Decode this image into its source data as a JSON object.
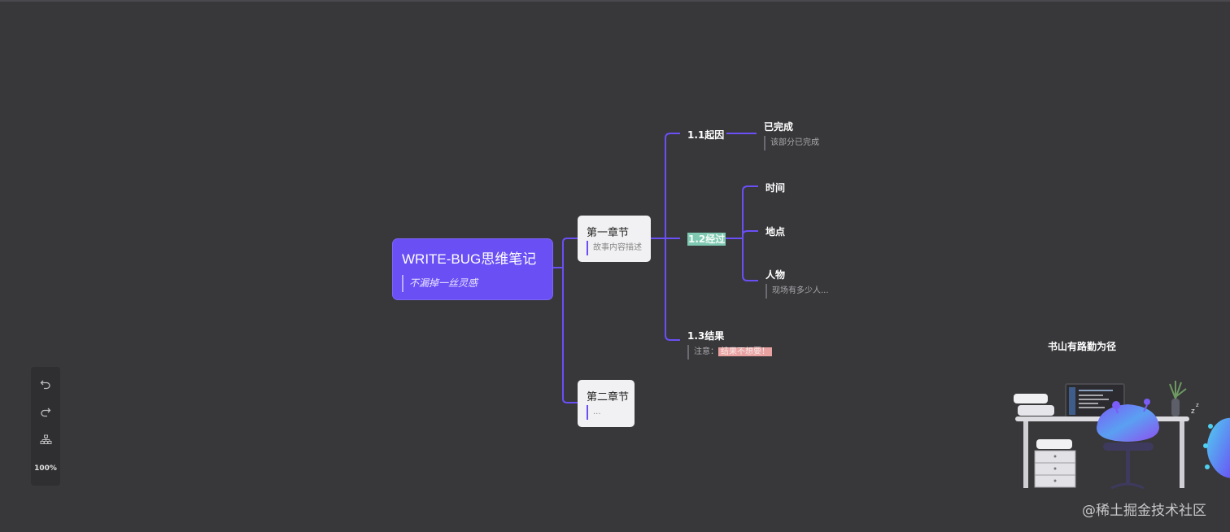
{
  "mindmap": {
    "root": {
      "title": "WRITE-BUG思维笔记",
      "note": "不漏掉一丝灵感"
    },
    "chapter1": {
      "title": "第一章节",
      "note": "故事内容描述"
    },
    "chapter2": {
      "title": "第二章节",
      "note": "..."
    },
    "n11": {
      "label": "1.1起因"
    },
    "n11child": {
      "label": "已完成",
      "note": "该部分已完成"
    },
    "n12": {
      "label": "1.2经过"
    },
    "n12children": {
      "time": "时间",
      "place": "地点",
      "people": "人物",
      "people_note": "现场有多少人..."
    },
    "n13": {
      "label": "1.3结果",
      "note_prefix": "注意：",
      "note_highlight": "结果不想要！"
    }
  },
  "toolbar": {
    "zoom_label": "100%"
  },
  "sidebar_widget": {
    "motto": "书山有路勤为径"
  },
  "watermark": "@稀土掘金技术社区",
  "colors": {
    "background": "#38373a",
    "accent": "#6a4ff5",
    "highlight_green": "#7fc9b2",
    "highlight_red": "#e9a2a2"
  },
  "icons": [
    "undo-icon",
    "redo-icon",
    "structure-icon"
  ]
}
